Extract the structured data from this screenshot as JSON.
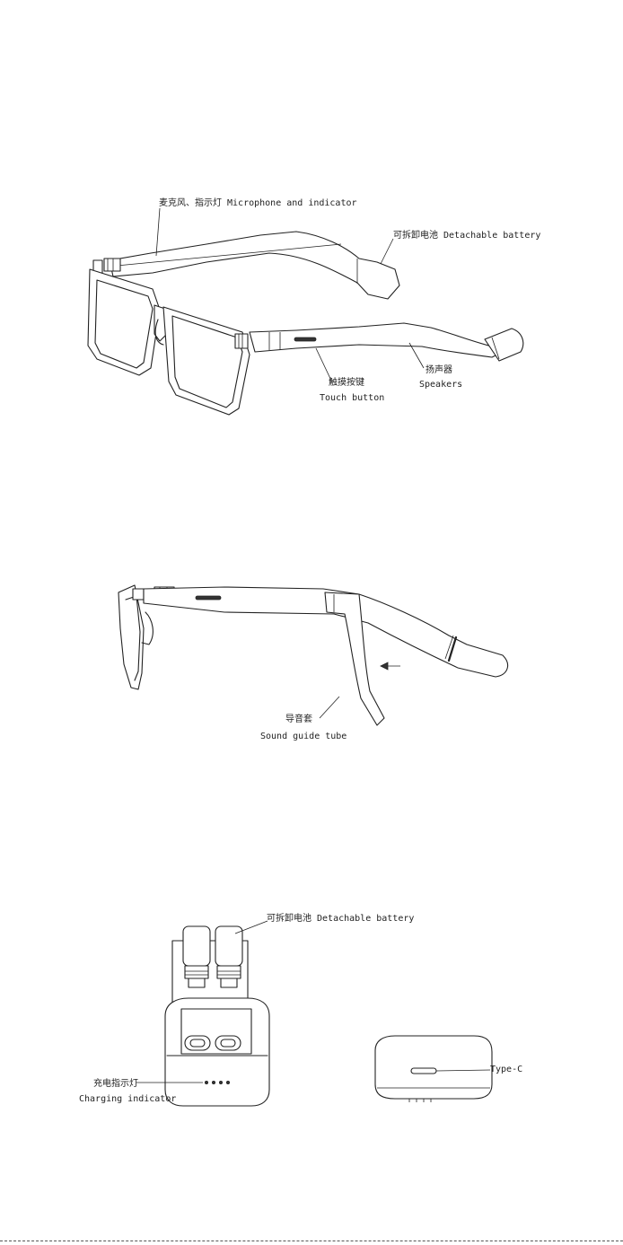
{
  "figure1": {
    "mic_label": "麦克风、指示灯  Microphone and indicator",
    "battery_label": "可拆卸电池  Detachable battery",
    "touch_cn": "触摸按键",
    "touch_en": "Touch button",
    "speaker_cn": "扬声器",
    "speaker_en": "Speakers"
  },
  "figure2": {
    "tube_cn": "导音套",
    "tube_en": "Sound guide tube"
  },
  "figure3": {
    "battery_label": "可拆卸电池  Detachable battery",
    "indicator_cn": "充电指示灯",
    "indicator_en": "Charging indicator",
    "typec_label": "Type-C"
  }
}
